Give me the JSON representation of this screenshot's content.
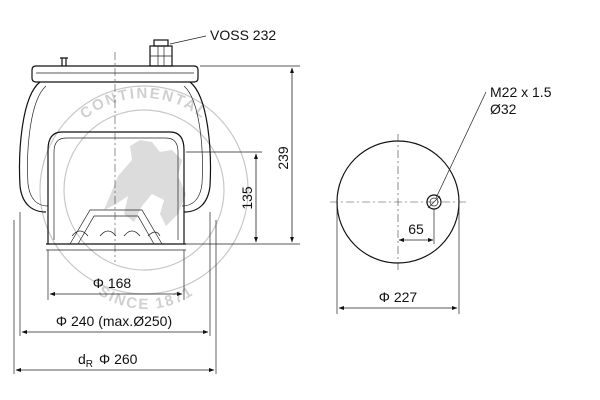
{
  "labels": {
    "voss": "VOSS 232",
    "thread": "M22 x 1.5",
    "port_dia": "Ø32",
    "offset": "65",
    "plate_dia": "Φ 227",
    "height": "239",
    "piston_height": "135",
    "piston_dia": "Φ 168",
    "bellow_dia": "Φ 240 (max.Ø250)",
    "dr_prefix": "d",
    "dr_sub": "R",
    "dr_value": "Φ 260"
  },
  "watermark": {
    "top": "CONTINENTAL",
    "bottom": "SINCE 1871"
  }
}
